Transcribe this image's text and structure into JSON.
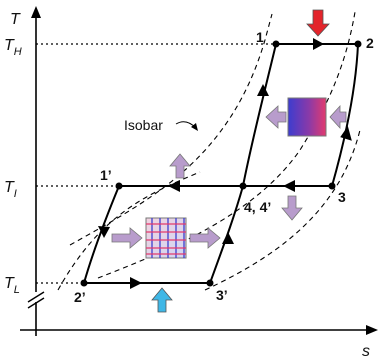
{
  "axes": {
    "y_label": "T",
    "x_label": "s",
    "temp_levels": [
      {
        "key": "high",
        "label": "T",
        "sub": "H"
      },
      {
        "key": "int",
        "label": "T",
        "sub": "I"
      },
      {
        "key": "low",
        "label": "T",
        "sub": "L"
      }
    ]
  },
  "points": {
    "p1": "1",
    "p2": "2",
    "p3": "3",
    "p4": "4, 4’",
    "p1p": "1’",
    "p2p": "2’",
    "p3p": "3’"
  },
  "annotations": {
    "isobar": "Isobar"
  },
  "colors": {
    "heat_in_arrow": "#e3242b",
    "heat_out_arrow": "#3fb7e6",
    "internal_arrow": "#b89ccc",
    "hx_gradient_start": "#3c3ccf",
    "hx_gradient_end": "#e33a6e"
  },
  "icons": {
    "hot_hx": "heat-exchanger-gradient-icon",
    "cold_hx": "heat-exchanger-grid-icon"
  }
}
